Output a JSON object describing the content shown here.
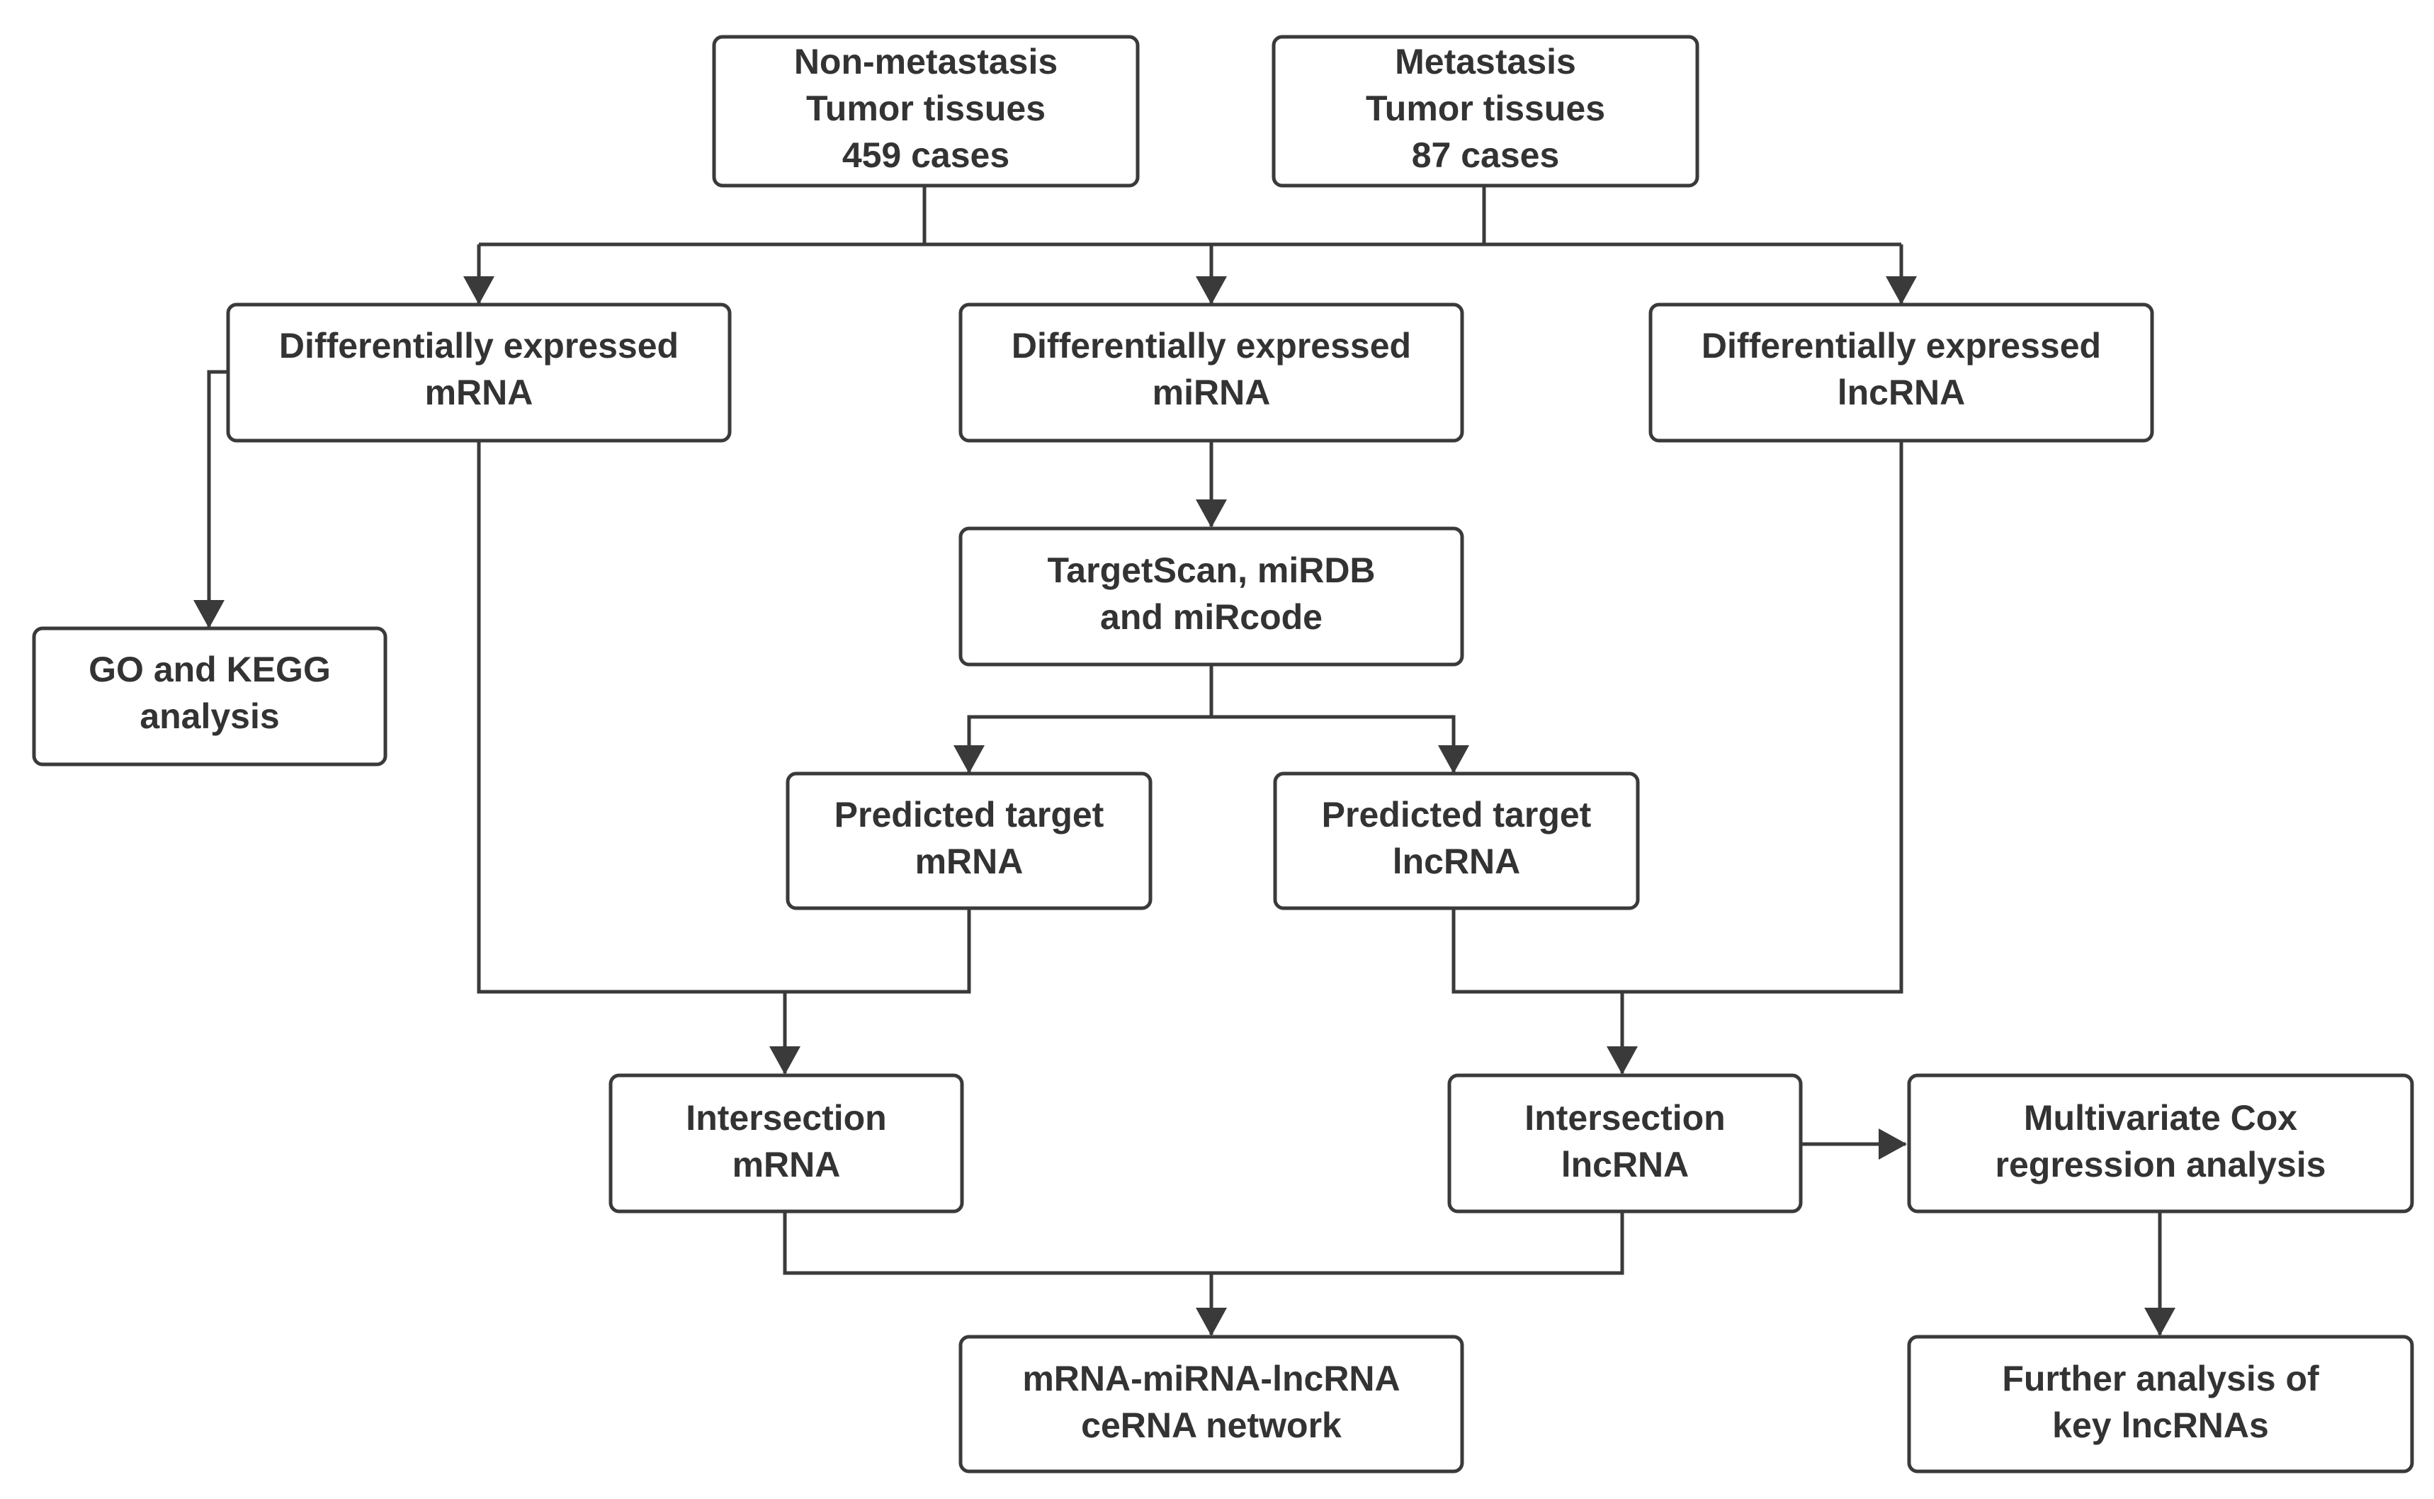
{
  "nodes": {
    "non_metastasis": {
      "lines": [
        "Non-metastasis",
        "Tumor  tissues",
        "459 cases"
      ]
    },
    "metastasis": {
      "lines": [
        "Metastasis",
        "Tumor  tissues",
        "87 cases"
      ]
    },
    "de_mrna": {
      "lines": [
        "Differentially expressed",
        "mRNA"
      ]
    },
    "de_mirna": {
      "lines": [
        "Differentially expressed",
        "miRNA"
      ]
    },
    "de_lncrna": {
      "lines": [
        "Differentially expressed",
        "lncRNA"
      ]
    },
    "go_kegg": {
      "lines": [
        "GO and KEGG",
        "analysis"
      ]
    },
    "targetscan": {
      "lines": [
        "TargetScan, miRDB",
        "and miRcode"
      ]
    },
    "pred_mrna": {
      "lines": [
        "Predicted target",
        "mRNA"
      ]
    },
    "pred_lncrna": {
      "lines": [
        "Predicted target",
        "lncRNA"
      ]
    },
    "inter_mrna": {
      "lines": [
        "Intersection",
        "mRNA"
      ]
    },
    "inter_lncrna": {
      "lines": [
        "Intersection",
        "lncRNA"
      ]
    },
    "cox": {
      "lines": [
        "Multivariate Cox",
        "regression analysis"
      ]
    },
    "cerna": {
      "lines": [
        "mRNA-miRNA-lncRNA",
        "ceRNA network"
      ]
    },
    "further": {
      "lines": [
        "Further analysis of",
        "key lncRNAs"
      ]
    }
  },
  "edges": [
    {
      "from": "non_metastasis",
      "to": "de_mrna"
    },
    {
      "from": "non_metastasis",
      "to": "de_mirna"
    },
    {
      "from": "non_metastasis",
      "to": "de_lncrna"
    },
    {
      "from": "metastasis",
      "to": "de_mrna"
    },
    {
      "from": "metastasis",
      "to": "de_mirna"
    },
    {
      "from": "metastasis",
      "to": "de_lncrna"
    },
    {
      "from": "de_mrna",
      "to": "go_kegg"
    },
    {
      "from": "de_mirna",
      "to": "targetscan"
    },
    {
      "from": "targetscan",
      "to": "pred_mrna"
    },
    {
      "from": "targetscan",
      "to": "pred_lncrna"
    },
    {
      "from": "de_mrna",
      "to": "inter_mrna"
    },
    {
      "from": "pred_mrna",
      "to": "inter_mrna"
    },
    {
      "from": "pred_lncrna",
      "to": "inter_lncrna"
    },
    {
      "from": "de_lncrna",
      "to": "inter_lncrna"
    },
    {
      "from": "inter_lncrna",
      "to": "cox"
    },
    {
      "from": "inter_mrna",
      "to": "cerna"
    },
    {
      "from": "inter_lncrna",
      "to": "cerna"
    },
    {
      "from": "cox",
      "to": "further"
    }
  ]
}
